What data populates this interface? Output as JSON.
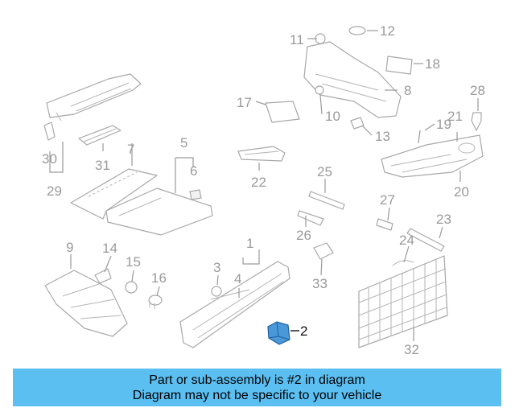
{
  "diagram": {
    "callouts": [
      "1",
      "2",
      "3",
      "4",
      "5",
      "6",
      "7",
      "8",
      "9",
      "10",
      "11",
      "12",
      "13",
      "14",
      "15",
      "16",
      "17",
      "18",
      "19",
      "20",
      "21",
      "22",
      "23",
      "24",
      "25",
      "26",
      "27",
      "28",
      "29",
      "30",
      "31",
      "32",
      "33"
    ],
    "highlighted_callout": "2",
    "highlight_color": "#4a98d8",
    "label_color": "#9a9a9a"
  },
  "banner": {
    "line1": "Part or sub-assembly is #2 in diagram",
    "line2": "Diagram may not be specific to your vehicle",
    "background": "#5bbff2"
  }
}
